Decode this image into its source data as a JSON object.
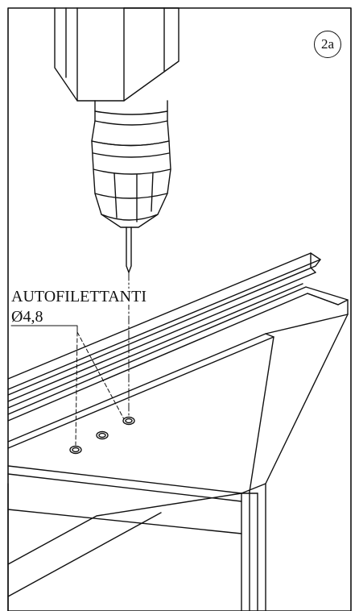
{
  "figure": {
    "step_label": "2a",
    "callout": {
      "line1": "AUTOFILETTANTI",
      "line2": "Ø4,8"
    },
    "line_color": "#111111",
    "background": "#ffffff"
  }
}
